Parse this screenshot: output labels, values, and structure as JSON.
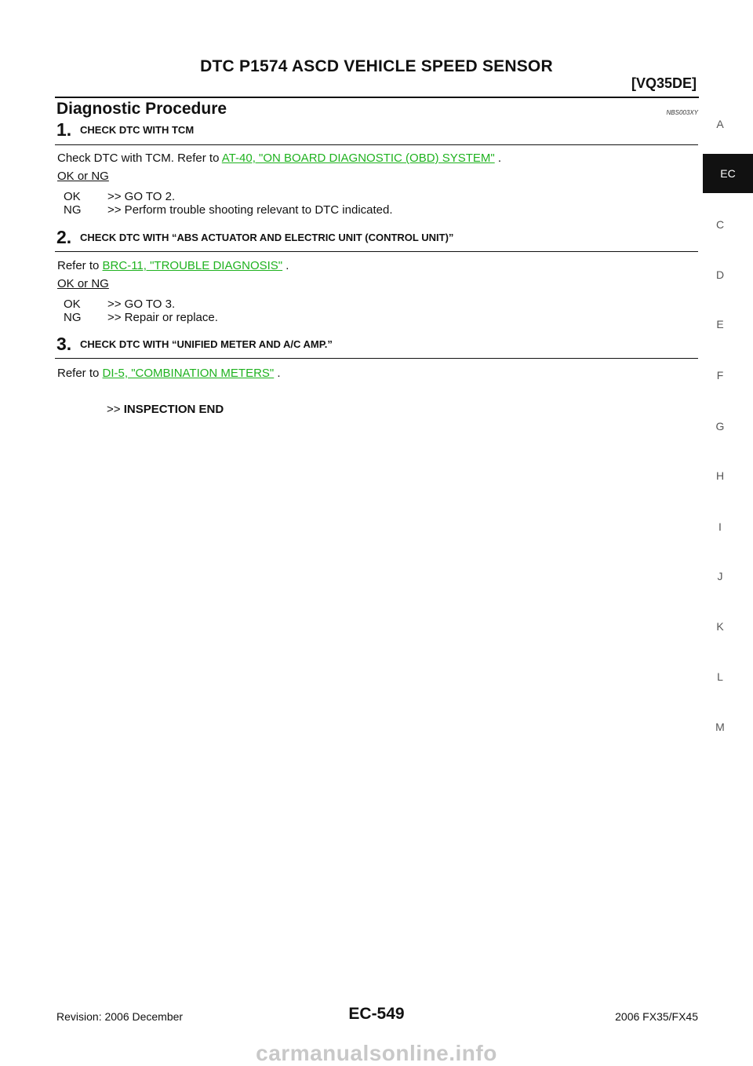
{
  "header": {
    "title": "DTC P1574 ASCD VEHICLE SPEED SENSOR",
    "engine": "[VQ35DE]"
  },
  "section": {
    "title": "Diagnostic Procedure",
    "code": "NBS003XY"
  },
  "steps": [
    {
      "number": "1.",
      "title": "CHECK DTC WITH TCM",
      "text_before": "Check DTC with TCM. Refer to ",
      "link": "AT-40, \"ON BOARD DIAGNOSTIC (OBD) SYSTEM\"",
      "text_after": " .",
      "okng": "OK or NG",
      "results": [
        {
          "key": "OK",
          "text": ">> GO TO 2."
        },
        {
          "key": "NG",
          "text": ">> Perform trouble shooting relevant to DTC indicated."
        }
      ]
    },
    {
      "number": "2.",
      "title": "CHECK DTC WITH “ABS ACTUATOR AND ELECTRIC UNIT (CONTROL UNIT)”",
      "text_before": "Refer to ",
      "link": "BRC-11, \"TROUBLE DIAGNOSIS\"",
      "text_after": " .",
      "okng": "OK or NG",
      "results": [
        {
          "key": "OK",
          "text": ">> GO TO 3."
        },
        {
          "key": "NG",
          "text": ">> Repair or replace."
        }
      ]
    },
    {
      "number": "3.",
      "title": "CHECK DTC WITH “UNIFIED METER AND A/C AMP.”",
      "text_before": "Refer to ",
      "link": "DI-5, \"COMBINATION METERS\"",
      "text_after": " ."
    }
  ],
  "end": {
    "prefix": ">>",
    "label": "INSPECTION END"
  },
  "side_index": [
    "A",
    "EC",
    "C",
    "D",
    "E",
    "F",
    "G",
    "H",
    "I",
    "J",
    "K",
    "L",
    "M"
  ],
  "side_index_active": "EC",
  "footer": {
    "revision": "Revision: 2006 December",
    "page": "EC-549",
    "model": "2006 FX35/FX45"
  },
  "watermark": "carmanualsonline.info",
  "colors": {
    "link": "#1fb21f",
    "text": "#111111",
    "active_tab_bg": "#111111"
  }
}
